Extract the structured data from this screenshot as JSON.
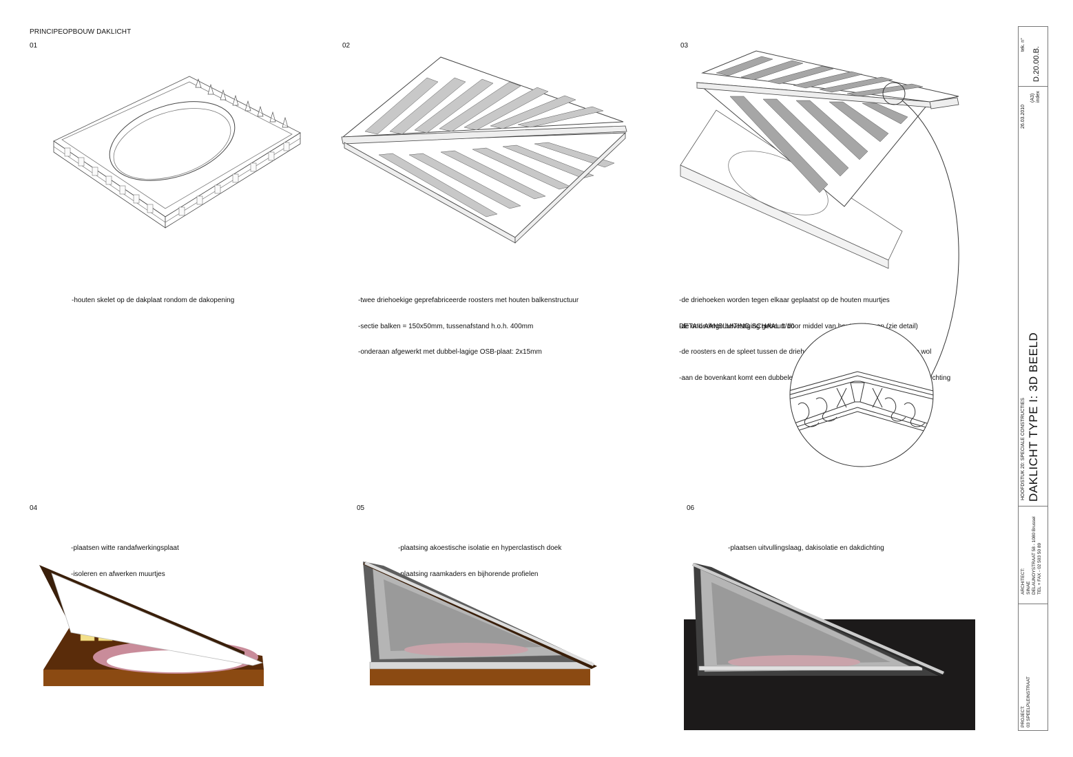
{
  "sheet": {
    "heading": "PRINCIPEOPBOUW DAKLICHT"
  },
  "panels": [
    {
      "number": "01",
      "lines": [
        "-houten skelet op de dakplaat rondom de dakopening"
      ]
    },
    {
      "number": "02",
      "lines": [
        "-twee driehoekige geprefabriceerde roosters met houten balkenstructuur",
        "-sectie balken = 150x50mm, tussenafstand h.o.h. 400mm",
        "-onderaan afgewerkt met dubbel-lagige OSB-plaat: 2x15mm"
      ]
    },
    {
      "number": "03",
      "lines": [
        "-de driehoeken worden tegen elkaar geplaatst op de houten muurtjes",
        "-de onderlinge bevestiging gebeurt door middel van houten klossen (zie detail)",
        "-de roosters en de spleet tussen de driehoeken worden opgevuld met minerale wol",
        "-aan de bovenkant komt een dubbele houtvezelcementplaat (2x15mm) en de dakdichting"
      ],
      "detail_label": "DETAIL AANSLUITING SCHAAL 1/10"
    },
    {
      "number": "04",
      "lines": [
        "-plaatsen witte randafwerkingsplaat",
        "-isoleren en afwerken muurtjes"
      ]
    },
    {
      "number": "05",
      "lines": [
        "-plaatsing akoestische isolatie en hyperclastisch doek",
        "-plaatsing raamkaders en bijhorende profielen"
      ]
    },
    {
      "number": "06",
      "lines": [
        "-plaatsen uitvullingslaag, dakisolatie en dakdichting"
      ]
    }
  ],
  "title_block": {
    "drawing_no_label": "tek. n°",
    "drawing_no": "D.20.00.B.",
    "date": "26.03.2010",
    "format": "(A3)",
    "index_label": "index",
    "chapter": "HOOFDSTUK 20: SPECIALE CONSTRUCTIES",
    "title": "DAKLICHT TYPE I: 3D BEELD",
    "architect_label": "ARCHITECT:",
    "architect_name": "SINAE",
    "architect_address": "DELAUNOYSTRAAT 58 - 1080 Brussel",
    "architect_phone": "TEL + FAX - 02 503 50 89",
    "project_label": "PROJECT:",
    "project_name": "03 SPEELPLEINSTRAAT"
  },
  "colors": {
    "roof_brown": "#3a1f0a",
    "frame_orange": "#8b4a12",
    "inner_pink": "#c98c9a",
    "glass_grey": "#9a9a9a",
    "insulation_yellow": "#f3e08a",
    "black_roof": "#1c1a1a"
  }
}
